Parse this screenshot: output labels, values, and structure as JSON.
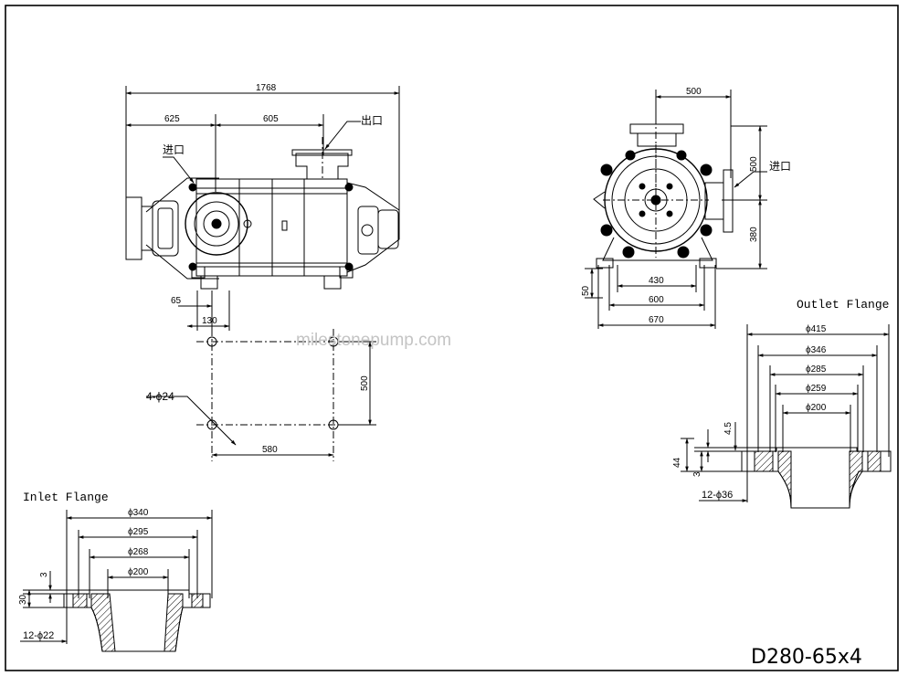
{
  "model": "D280-65x4",
  "watermark": "milestonepump.com",
  "side_view": {
    "overall_length": "1768",
    "inlet_length": "625",
    "outlet_offset": "605",
    "outlet_label": "出口",
    "inlet_label": "进口",
    "dim_65": "65",
    "dim_130": "130"
  },
  "foundation": {
    "bolt_holes": "4-ϕ24",
    "width": "580",
    "depth": "500"
  },
  "end_view": {
    "top_width": "500",
    "outlet_height": "500",
    "shaft_height": "380",
    "foot_height": "50",
    "bolt_span": "430",
    "foot_span": "600",
    "base_width": "670",
    "inlet_label": "进口"
  },
  "outlet_flange": {
    "title": "Outlet Flange",
    "d_outer": "ϕ415",
    "d_bolt": "ϕ346",
    "d_raised": "ϕ285",
    "d_step": "ϕ259",
    "d_bore": "ϕ200",
    "t_raise": "4.5",
    "t_total": "44",
    "t_small": "3",
    "holes": "12-ϕ36"
  },
  "inlet_flange": {
    "title": "Inlet Flange",
    "d_outer": "ϕ340",
    "d_bolt": "ϕ295",
    "d_raised": "ϕ268",
    "d_bore": "ϕ200",
    "t_small": "3",
    "t_total": "30",
    "holes": "12-ϕ22"
  }
}
